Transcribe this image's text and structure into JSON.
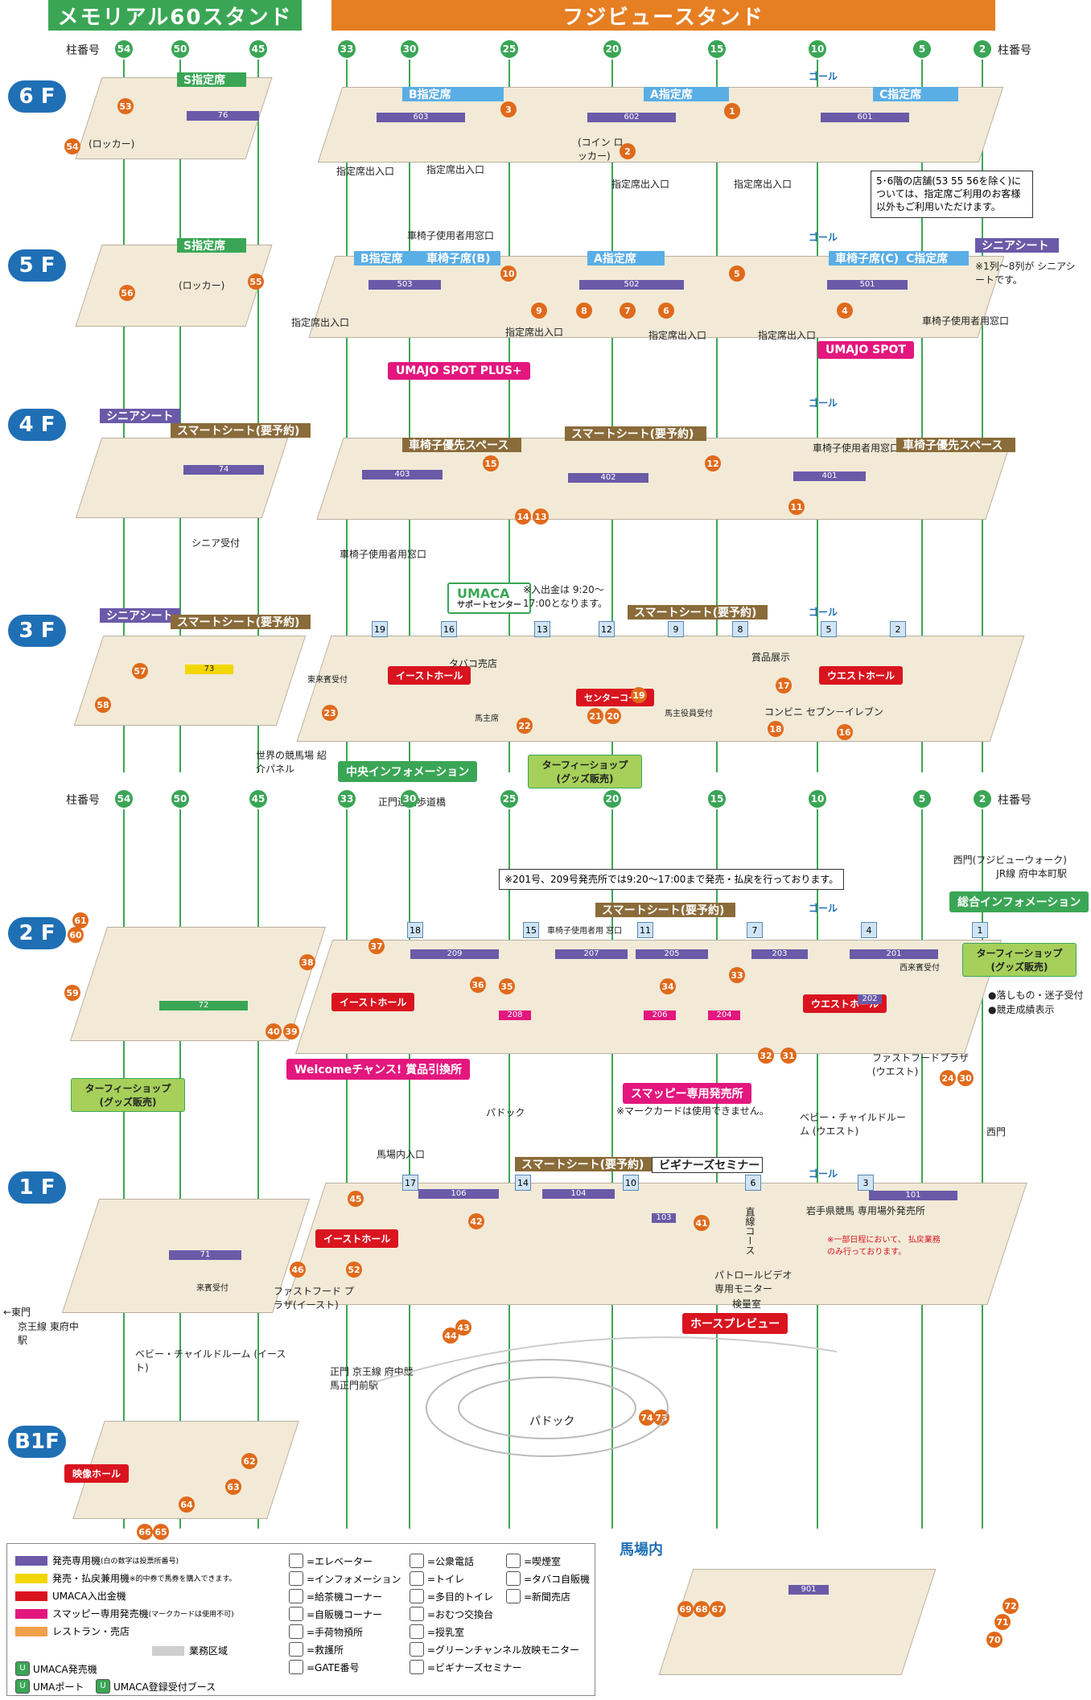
{
  "stands": {
    "memorial": "メモリアル60スタンド",
    "fujiview": "フジビュースタンド"
  },
  "colors": {
    "green": "#3aa655",
    "orange": "#e67e22",
    "blue": "#1f6fb5",
    "purple": "#6a5aa8",
    "yellow": "#f2d600",
    "red": "#d9141f",
    "pink": "#e3177e",
    "brown": "#8a6b3a",
    "sky": "#5aaee6"
  },
  "pillar_label": "柱番号",
  "pillars": [
    "54",
    "50",
    "45",
    "33",
    "30",
    "25",
    "20",
    "15",
    "10",
    "5",
    "2"
  ],
  "floors": {
    "f6": {
      "badge": "6 F",
      "s_seat": "S指定席",
      "b_seat": "B指定席",
      "a_seat": "A指定席",
      "c_seat": "C指定席",
      "goal": "ゴール",
      "locker": "(ロッカー)",
      "coin_locker": "(コイン ロッカー)",
      "entrance1": "指定席出入口",
      "entrance2": "指定席出入口",
      "entrance3": "指定席出入口",
      "entrance4": "指定席出入口",
      "shops": [
        "53",
        "54",
        "3",
        "2",
        "1"
      ],
      "sellers": [
        "76",
        "603",
        "602",
        "601"
      ]
    },
    "f5": {
      "badge": "5 F",
      "s_seat": "S指定席",
      "b_seat": "B指定席",
      "wheel_b": "車椅子席(B)",
      "a_seat": "A指定席",
      "wheel_c": "車椅子席(C)",
      "c_seat": "C指定席",
      "senior": "シニアシート",
      "senior_note": "※1列～8列が シニアシートです。",
      "wheel_window": "車椅子使用者用窓口",
      "wheel_window2": "車椅子使用者用窓口",
      "locker": "(ロッカー)",
      "entrance1": "指定席出入口",
      "entrance2": "指定席出入口",
      "entrance3": "指定席出入口",
      "entrance4": "指定席出入口",
      "goal": "ゴール",
      "umajo_plus": "UMAJO SPOT PLUS+",
      "umajo": "UMAJO SPOT",
      "shops": [
        "56",
        "55",
        "10",
        "5",
        "9",
        "8",
        "7",
        "6",
        "4"
      ],
      "sellers": [
        "503",
        "502",
        "501"
      ]
    },
    "f4": {
      "badge": "4 F",
      "senior": "シニアシート",
      "smart1": "スマートシート(要予約)",
      "wheel_pri1": "車椅子優先スペース",
      "smart2": "スマートシート(要予約)",
      "wheel_window": "車椅子使用者用窓口",
      "wheel_pri2": "車椅子優先スペース",
      "senior_desk": "シニア受付",
      "wheel_window_bottom": "車椅子使用者用窓口",
      "goal": "ゴール",
      "shops": [
        "15",
        "12",
        "11",
        "14",
        "13"
      ],
      "sellers": [
        "74",
        "403",
        "402",
        "401"
      ]
    },
    "f3": {
      "badge": "3 F",
      "senior": "シニアシート",
      "smart1": "スマートシート(要予約)",
      "umaca": "UMACA",
      "umaca_sub": "サポートセンター",
      "umaca_note": "※入出金は 9:20～ 17:00となります。",
      "smart2": "スマートシート(要予約)",
      "goal": "ゴール",
      "prize": "賞品展示",
      "east_hall": "イーストホール",
      "west_hall": "ウエストホール",
      "guest": "東来賓受付",
      "tobacco": "タバコ売店",
      "center_court": "センターコート",
      "owner_lounge": "馬主席",
      "owner_staff": "馬主役員受付",
      "conv": "コンビニ セブン－イレブン",
      "world_panel": "世界の競馬場 紹介パネル",
      "central_info": "中央インフォメーション",
      "turfy": "ターフィーショップ (グッズ販売)",
      "main_gate_bridge": "正門連絡歩道橋",
      "shops": [
        "57",
        "58",
        "23",
        "22",
        "21",
        "20",
        "19",
        "17",
        "18",
        "16"
      ],
      "sellers": [
        "73"
      ],
      "gates": [
        "19",
        "16",
        "13",
        "12",
        "9",
        "8",
        "5",
        "2"
      ]
    },
    "f2": {
      "badge": "2 F",
      "sale_note": "※201号、209号発売所では9:20～17:00まで発売・払戻を行っております。",
      "smart": "スマートシート(要予約)",
      "wheel_window": "車椅子使用者用 窓口",
      "goal": "ゴール",
      "west_gate": "西門(フジビューウォーク) JR線 府中本町駅",
      "general_info": "総合インフォメーション",
      "turfy_r": "ターフィーショップ (グッズ販売)",
      "turfy_l": "ターフィーショップ (グッズ販売)",
      "west_guest": "西来賓受付",
      "lost_found": "●落しもの・迷子受付",
      "results": "●競走成績表示",
      "east_hall": "イーストホール",
      "west_hall": "ウエストホール",
      "welcome": "Welcomeチャンス! 賞品引換所",
      "smappy": "スマッピー専用発売所",
      "smappy_note": "※マークカードは使用できません。",
      "paddock": "パドック",
      "fastfood": "ファストフードプラザ (ウエスト)",
      "baby": "ベビー・チャイルドルーム (ウエスト)",
      "west_gate2": "西門",
      "shops": [
        "61",
        "60",
        "59",
        "38",
        "37",
        "36",
        "40",
        "39",
        "35",
        "34",
        "33",
        "32",
        "31",
        "24",
        "30"
      ],
      "sellers": [
        "72",
        "209",
        "207",
        "205",
        "203",
        "201",
        "208",
        "206",
        "204",
        "202"
      ],
      "gates": [
        "18",
        "15",
        "11",
        "7",
        "4",
        "1"
      ]
    },
    "f1": {
      "badge": "1 F",
      "inner_entry": "馬場内入口",
      "smart": "スマートシート(要予約)",
      "beginner": "ビギナーズセミナー",
      "goal": "ゴール",
      "east_gate": "←東門",
      "keio": "京王線 東府中駅",
      "east_hall": "イーストホール",
      "fastfood": "ファストフード プラザ(イースト)",
      "reception": "来賓受付",
      "patrol": "パトロールビデオ 専用モニター",
      "inspection": "検量室",
      "horse_preview": "ホースプレビュー",
      "iwate": "岩手県競馬 専用場外発売所",
      "iwate_note": "※一部日程において、 払戻業務のみ行っております。",
      "straight": "直線コース",
      "main_gate": "正門 京王線 府中競馬正門前駅",
      "paddock": "パドック",
      "baby": "ベビー・チャイルドルーム (イースト)",
      "shops": [
        "45",
        "42",
        "41",
        "46",
        "52",
        "44",
        "43",
        "74",
        "73"
      ],
      "sellers": [
        "71",
        "106",
        "104",
        "103",
        "101"
      ],
      "gates": [
        "17",
        "14",
        "10",
        "6",
        "3"
      ]
    },
    "b1": {
      "badge": "B1F",
      "movie_hall": "映像ホール",
      "shops": [
        "62",
        "63",
        "64",
        "66",
        "65"
      ]
    }
  },
  "legend": {
    "left": [
      {
        "color": "#6a5aa8",
        "label": "発売専用機",
        "note": "(白の数字は投票所番号)"
      },
      {
        "color": "#f2d600",
        "label": "発売・払戻兼用機",
        "note": "※的中券で馬券を購入できます。"
      },
      {
        "color": "#d9141f",
        "label": "UMACA入出金機",
        "note": ""
      },
      {
        "color": "#e3177e",
        "label": "スマッピー専用発売機",
        "note": "(マークカードは使用不可)"
      },
      {
        "color": "#f0a04b",
        "label": "レストラン・売店",
        "note": ""
      }
    ],
    "business_area": "業務区域",
    "umaca_sale": "UMACA発売機",
    "uma_port": "UMAポート",
    "umaca_booth": "UMACA登録受付ブース",
    "col2": [
      "=エレベーター",
      "=インフォメーション",
      "=給茶機コーナー",
      "=自販機コーナー",
      "=手荷物預所",
      "=救護所",
      "=GATE番号"
    ],
    "col3": [
      "=公衆電話",
      "=トイレ",
      "=多目的トイレ",
      "=おむつ交換台",
      "=授乳室",
      "=グリーンチャンネル放映モニター",
      "=ビギナーズセミナー"
    ],
    "col4": [
      "=喫煙室",
      "=タバコ自販機",
      "=新聞売店"
    ]
  },
  "infield": {
    "title": "馬場内",
    "shops": [
      "69",
      "68",
      "67",
      "72",
      "71",
      "70"
    ],
    "sellers": [
      "901"
    ]
  },
  "note_6f": "5･6階の店舗(53 55 56を除く)については、指定席ご利用のお客様以外もご利用いただけます。"
}
